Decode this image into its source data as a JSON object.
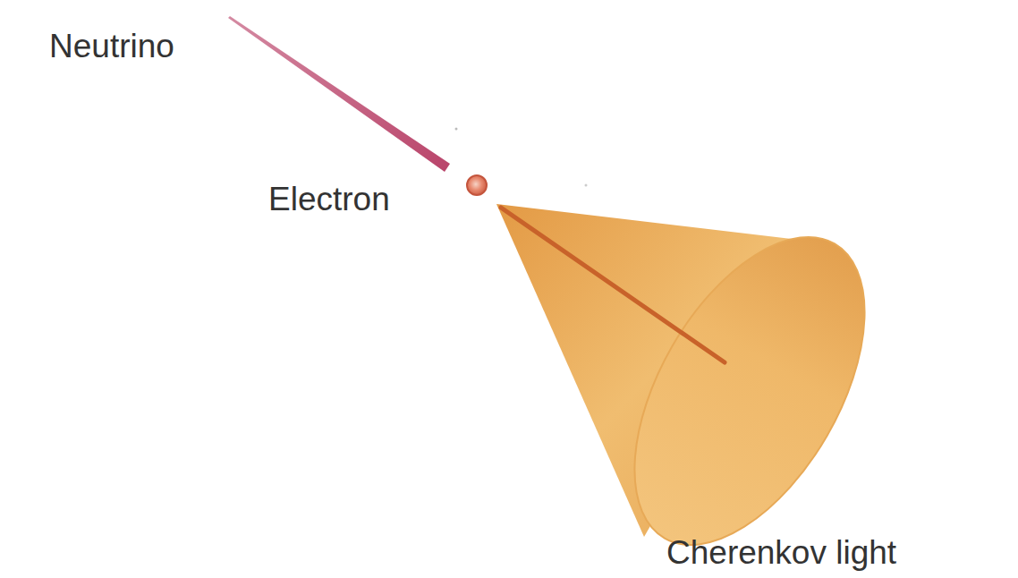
{
  "diagram": {
    "labels": [
      "Neutrino",
      "Electron",
      "Cherenkov light"
    ]
  }
}
